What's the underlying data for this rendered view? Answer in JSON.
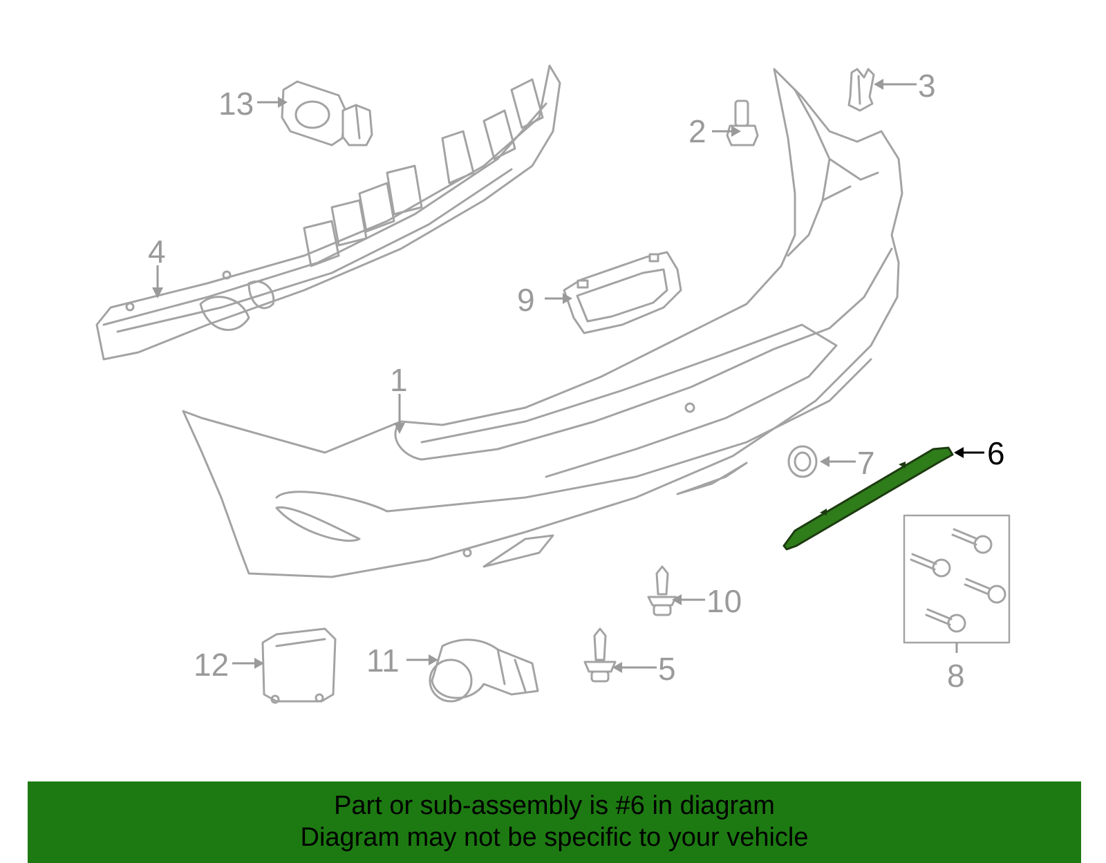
{
  "diagram": {
    "callouts": {
      "c1": "1",
      "c2": "2",
      "c3": "3",
      "c4": "4",
      "c5": "5",
      "c6": "6",
      "c7": "7",
      "c8": "8",
      "c9": "9",
      "c10": "10",
      "c11": "11",
      "c12": "12",
      "c13": "13"
    },
    "highlighted_part": "6",
    "colors": {
      "line_gray": "#a3a3a3",
      "highlight_green": "#2e7d1a",
      "banner_green": "#1d7a12"
    }
  },
  "banner": {
    "line1": "Part or sub-assembly is #6 in diagram",
    "line2": "Diagram may not be specific to your vehicle"
  }
}
